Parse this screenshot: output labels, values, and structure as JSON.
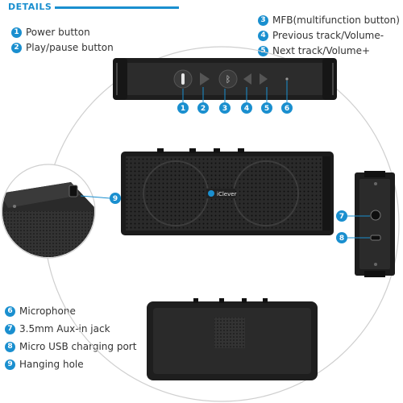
{
  "header": {
    "title": "DETAILS"
  },
  "brand": {
    "logo_text": "iClever",
    "accent_color": "#1a8fcf"
  },
  "legend": [
    {
      "number": "1",
      "label": "Power button"
    },
    {
      "number": "2",
      "label": "Play/pause button"
    },
    {
      "number": "3",
      "label": "MFB(multifunction button)"
    },
    {
      "number": "4",
      "label": "Previous track/Volume-"
    },
    {
      "number": "5",
      "label": "Next track/Volume+"
    },
    {
      "number": "6",
      "label": "Microphone"
    },
    {
      "number": "7",
      "label": "3.5mm Aux-in jack"
    },
    {
      "number": "8",
      "label": "Micro USB charging port"
    },
    {
      "number": "9",
      "label": "Hanging hole"
    }
  ],
  "callouts": [
    "1",
    "2",
    "3",
    "4",
    "5",
    "6",
    "7",
    "8",
    "9"
  ]
}
